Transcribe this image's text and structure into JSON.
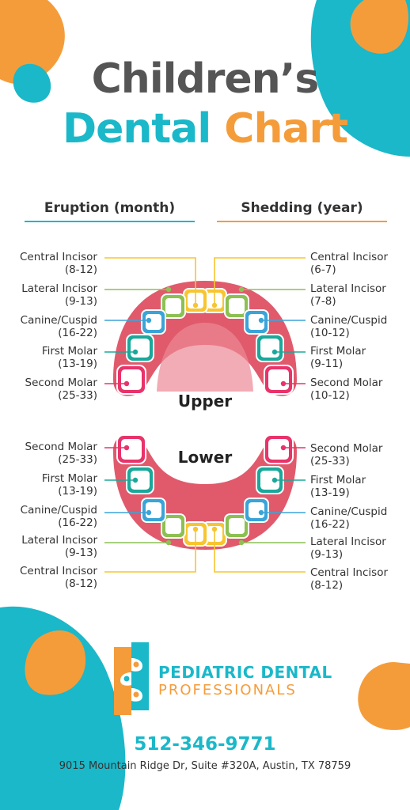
{
  "title": {
    "line1": "Children’s",
    "line2_word1": "Dental",
    "line2_word2": "Chart"
  },
  "columns": {
    "eruption": "Eruption (month)",
    "shedding": "Shedding (year)"
  },
  "upper": {
    "label": "Upper",
    "eruption": [
      {
        "name": "Central Incisor",
        "range": "(8-12)"
      },
      {
        "name": "Lateral Incisor",
        "range": "(9-13)"
      },
      {
        "name": "Canine/Cuspid",
        "range": "(16-22)"
      },
      {
        "name": "First Molar",
        "range": "(13-19)"
      },
      {
        "name": "Second Molar",
        "range": "(25-33)"
      }
    ],
    "shedding": [
      {
        "name": "Central Incisor",
        "range": "(6-7)"
      },
      {
        "name": "Lateral Incisor",
        "range": "(7-8)"
      },
      {
        "name": "Canine/Cuspid",
        "range": "(10-12)"
      },
      {
        "name": "First Molar",
        "range": "(9-11)"
      },
      {
        "name": "Second Molar",
        "range": "(10-12)"
      }
    ]
  },
  "lower": {
    "label": "Lower",
    "eruption": [
      {
        "name": "Second Molar",
        "range": "(25-33)"
      },
      {
        "name": "First Molar",
        "range": "(13-19)"
      },
      {
        "name": "Canine/Cuspid",
        "range": "(16-22)"
      },
      {
        "name": "Lateral Incisor",
        "range": "(9-13)"
      },
      {
        "name": "Central Incisor",
        "range": "(8-12)"
      }
    ],
    "shedding": [
      {
        "name": "Second Molar",
        "range": "(25-33)"
      },
      {
        "name": "First Molar",
        "range": "(13-19)"
      },
      {
        "name": "Canine/Cuspid",
        "range": "(16-22)"
      },
      {
        "name": "Lateral Incisor",
        "range": "(9-13)"
      },
      {
        "name": "Central Incisor",
        "range": "(8-12)"
      }
    ]
  },
  "brand": {
    "line1": "PEDIATRIC DENTAL",
    "line2": "PROFESSIONALS"
  },
  "contact": {
    "phone": "512-346-9771",
    "address": "9015 Mountain Ridge Dr, Suite #320A, Austin, TX 78759"
  },
  "colors": {
    "teal": "#1ab8c9",
    "orange": "#f59c3a",
    "gum": "#e05a6c",
    "central_incisor": "#f7c531",
    "lateral_incisor": "#8cc152",
    "canine": "#3aa4d8",
    "first_molar": "#1aa89a",
    "second_molar": "#e8336b"
  }
}
